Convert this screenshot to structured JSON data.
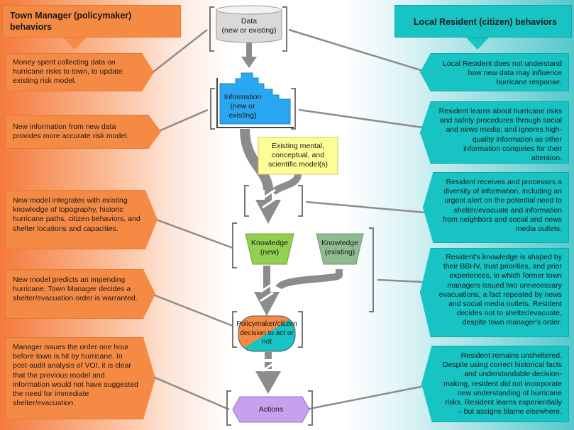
{
  "left_header": {
    "title": "Town Manager (policymaker) behaviors"
  },
  "right_header": {
    "title": "Local Resident (citizen) behaviors"
  },
  "nodes": {
    "data": "Data\n(new or existing)",
    "information": "Information\n(new or\nexisting)",
    "mental_model": "Existing mental,\nconceptual, and\nscientific model(s)",
    "knowledge_new": "Knowledge\n(new)",
    "knowledge_existing": "Knowledge\n(existing)",
    "decision": "Policymaker/citizen\ndecision to act or\nnot",
    "actions": "Actions"
  },
  "left_boxes": [
    "Money spent collecting data on hurricane risks to town, to update existing risk model.",
    "New information from new data provides more accurate risk model.",
    "New model integrates with existing knowledge of topography, historic hurricane paths, citizen behaviors, and shelter locations and capacities.",
    "New model predicts an impending hurricane. Town Manager decides a shelter/evacuation order is warranted.",
    "Manager issues the order one hour before town is hit by hurricane. In post-audit analysis of VOI, it is clear that the previous model and information would not have suggested the need for immediate shelter/evacuation."
  ],
  "right_boxes": [
    "Local Resident does not understand how new data may influence hurricane response.",
    "Resident learns about hurricane risks and safety procedures through social and news media; and ignores high-quality information as other information competes for their attention.",
    "Resident receives and processes a diversity of information, including an urgent alert on the potential need to shelter/evacuate and information from neighbors and social and news media outlets.",
    "Resident's knowledge is shaped by their BBHV, trust priorities, and prior experiences, in which former town managers issued two unnecessary evacuations, a fact repeated by news and social media outlets. Resident decides not to shelter/evacuate, despite town manager's order.",
    "Resident remains unsheltered. Despite using correct historical facts and understandable decision-making, resident did not incorporate new understanding of hurricane risks. Resident learns experientially – but assigns blame elsewhere."
  ],
  "colors": {
    "orange": "#f58a45",
    "teal": "#18c3c3",
    "info_blue": "#2aa7f0",
    "mental_yellow": "#fdfd96",
    "knowledge_green": "#92d050",
    "knowledge_existing": "#8fbc8f",
    "actions_purple": "#c8a0f0",
    "arrow_gray": "#8c8c8c"
  }
}
